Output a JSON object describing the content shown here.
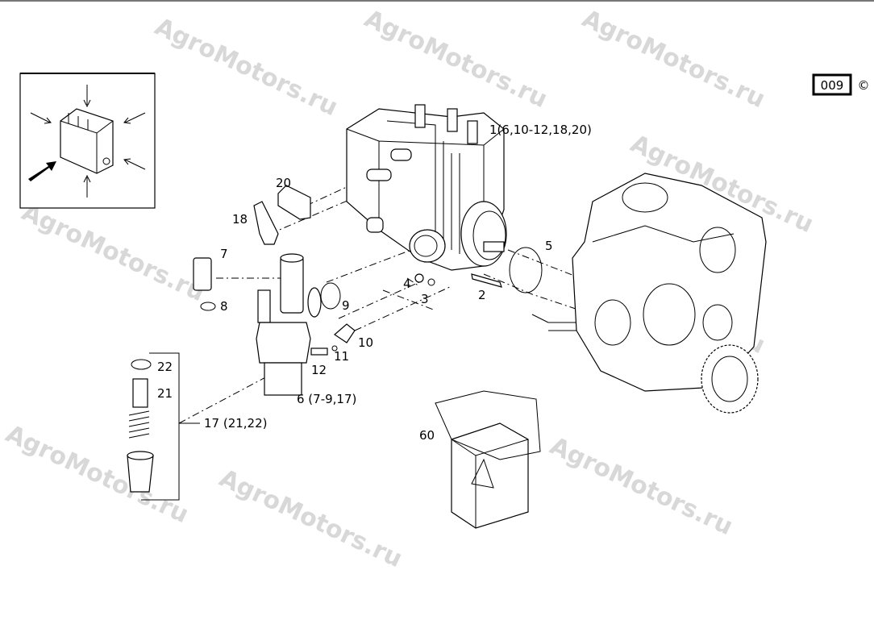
{
  "page_code": "009",
  "copyright_symbol": "©",
  "watermark": "AgroMotors.ru",
  "callouts": {
    "c1": "1(6,10-12,18,20)",
    "c2": "2",
    "c3": "3",
    "c4": "4",
    "c5": "5",
    "c6": "6 (7-9,17)",
    "c7": "7",
    "c8": "8",
    "c9": "9",
    "c10": "10",
    "c11": "11",
    "c12": "12",
    "c17": "17 (21,22)",
    "c18": "18",
    "c20": "20",
    "c21": "21",
    "c22": "22",
    "c60": "60"
  }
}
